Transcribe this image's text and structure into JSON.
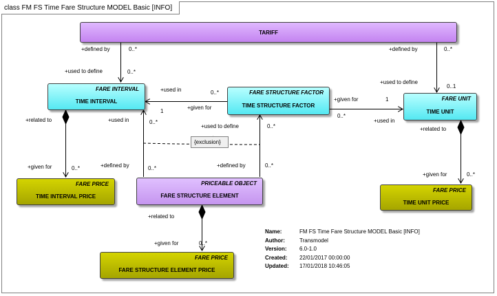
{
  "frame": {
    "title": "class FM FS Time Fare Structure MODEL Basic [INFO]"
  },
  "classes": {
    "tariff": {
      "name": "TARIFF"
    },
    "time_interval": {
      "stereotype": "FARE INTERVAL",
      "name": "TIME INTERVAL"
    },
    "time_structure_factor": {
      "stereotype": "FARE STRUCTURE FACTOR",
      "name": "TIME STRUCTURE FACTOR"
    },
    "time_unit": {
      "stereotype": "FARE UNIT",
      "name": "TIME UNIT"
    },
    "time_interval_price": {
      "stereotype": "FARE PRICE",
      "name": "TIME INTERVAL PRICE"
    },
    "fare_structure_element": {
      "stereotype": "PRICEABLE OBJECT",
      "name": "FARE STRUCTURE ELEMENT"
    },
    "time_unit_price": {
      "stereotype": "FARE PRICE",
      "name": "TIME UNIT PRICE"
    },
    "fare_structure_element_price": {
      "stereotype": "FARE PRICE",
      "name": "FARE STRUCTURE ELEMENT PRICE"
    }
  },
  "note": {
    "text": "{exclusion}"
  },
  "labels": {
    "l1": "+defined by",
    "l2": "0..*",
    "l3": "+used to define",
    "l4": "0..*",
    "l5": "+defined by",
    "l6": "0..*",
    "l7": "+used to define",
    "l8": "0..1",
    "l9": "+used in",
    "l10": "0..*",
    "l11": "+given for",
    "l12": "1",
    "l13": "+given for",
    "l14": "1",
    "l15": "0..*",
    "l16": "+used in",
    "l17": "+related to",
    "l18": "+used in",
    "l19": "0..*",
    "l20": "+used to define",
    "l21": "0..*",
    "l22": "+related to",
    "l23": "+given for",
    "l24": "0..*",
    "l25": "+defined by",
    "l26": "0..*",
    "l27": "+defined by",
    "l28": "0..*",
    "l29": "+given for",
    "l30": "0..*",
    "l31": "+related to",
    "l32": "+given for",
    "l33": "0..*"
  },
  "metadata": {
    "name": {
      "key": "Name:",
      "value": "FM FS Time Fare Structure MODEL Basic [INFO]"
    },
    "author": {
      "key": "Author:",
      "value": "Transmodel"
    },
    "version": {
      "key": "Version:",
      "value": "6.0-1.0"
    },
    "created": {
      "key": "Created:",
      "value": "22/01/2017 00:00:00"
    },
    "updated": {
      "key": "Updated:",
      "value": "17/01/2018 10:46:05"
    }
  }
}
